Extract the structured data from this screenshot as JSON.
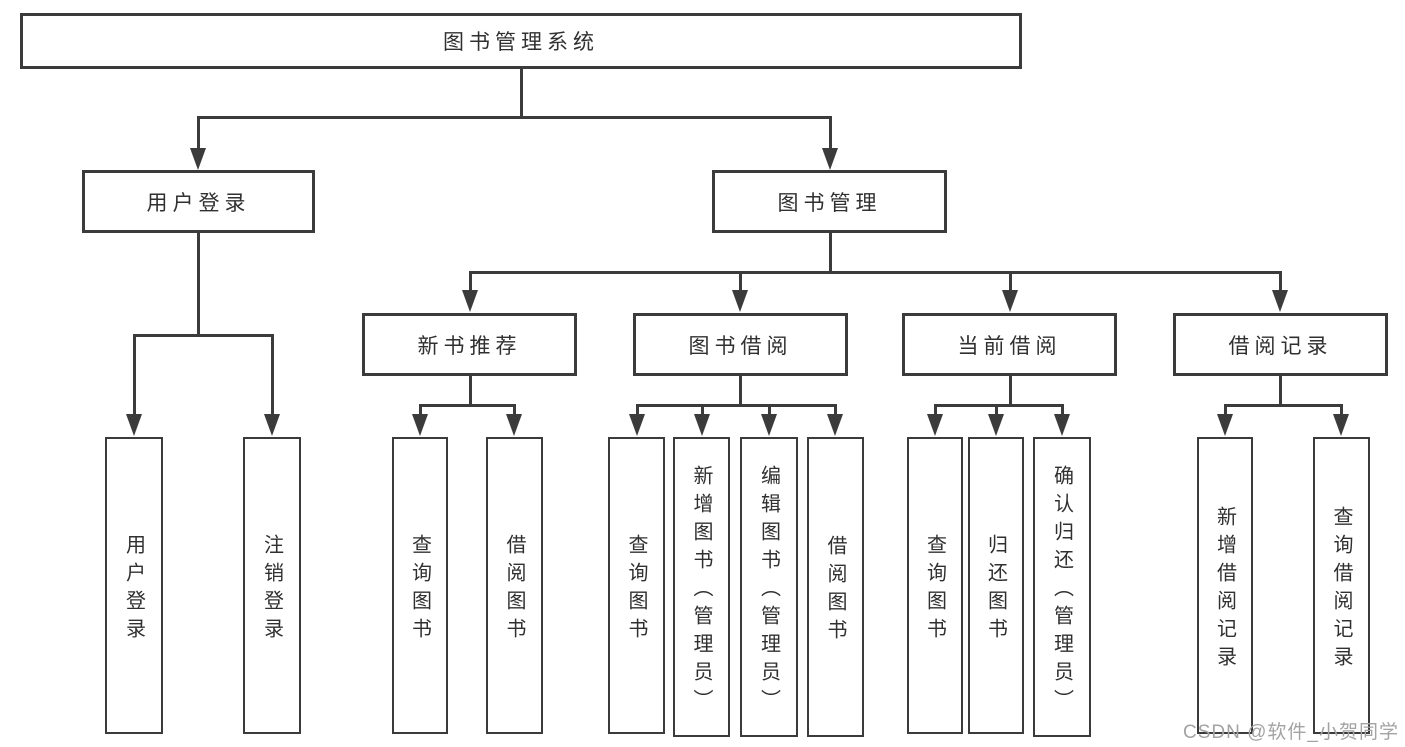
{
  "diagram": {
    "root": {
      "label": "图书管理系统"
    },
    "level2": [
      {
        "label": "用户登录"
      },
      {
        "label": "图书管理"
      }
    ],
    "level3": [
      {
        "label": "新书推荐"
      },
      {
        "label": "图书借阅"
      },
      {
        "label": "当前借阅"
      },
      {
        "label": "借阅记录"
      }
    ],
    "leaves": {
      "user_login": [
        "用户登录",
        "注销登录"
      ],
      "new_book": [
        "查询图书",
        "借阅图书"
      ],
      "book_borrow": [
        "查询图书",
        "新增图书（管理员）",
        "编辑图书（管理员）",
        "借阅图书"
      ],
      "current_borrow": [
        "查询图书",
        "归还图书",
        "确认归还（管理员）"
      ],
      "borrow_records": [
        "新增借阅记录",
        "查询借阅记录"
      ]
    }
  },
  "watermark": {
    "text": "CSDN @软件_小贺同学"
  },
  "colors": {
    "line": "#3b3b3b",
    "text": "#303030",
    "watermark": "#a3a3a3",
    "background": "#ffffff"
  }
}
